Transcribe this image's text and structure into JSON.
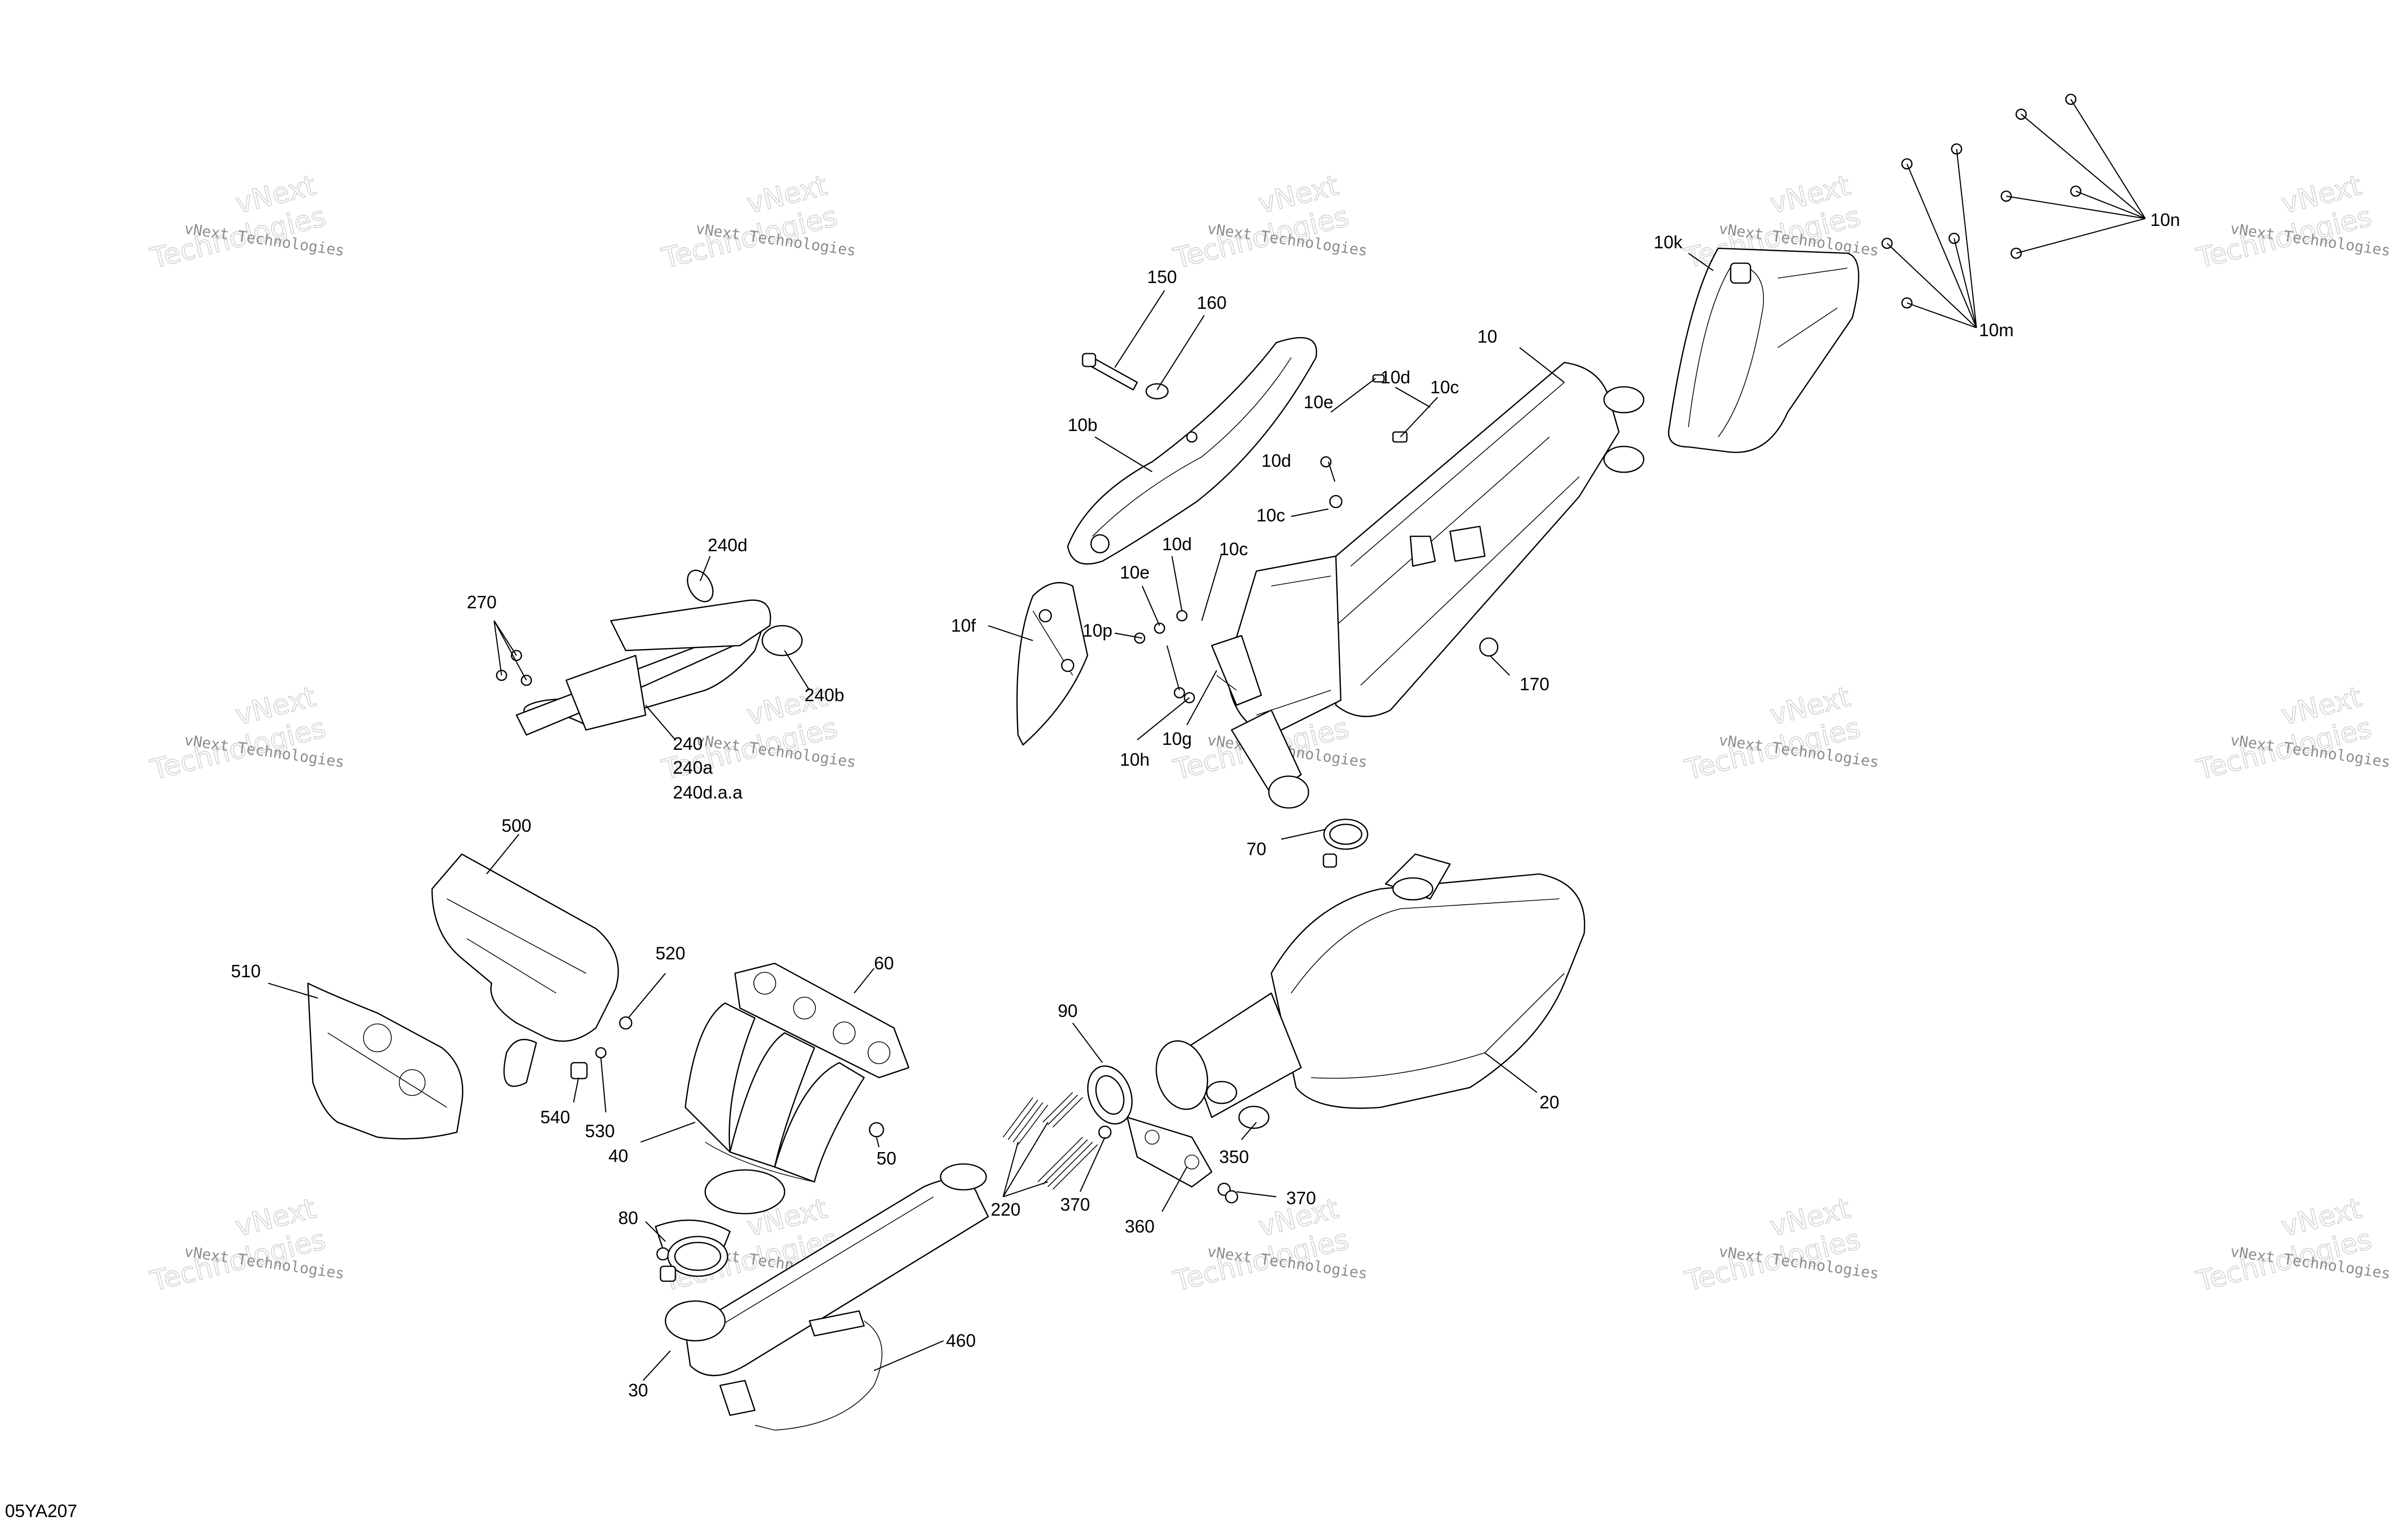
{
  "diagram": {
    "drawing_code": "05YA207",
    "watermark": {
      "line1": "vNext Technologies",
      "line2": "vNext",
      "line3": "Technologies"
    },
    "callouts": {
      "c150": "150",
      "c160": "160",
      "c10b": "10b",
      "c10": "10",
      "c10k": "10k",
      "c10n": "10n",
      "c10m": "10m",
      "c10d_a": "10d",
      "c10c_a": "10c",
      "c10e_a": "10e",
      "c10d_b": "10d",
      "c10c_b": "10c",
      "c10d_c": "10d",
      "c10c_c": "10c",
      "c10e_b": "10e",
      "c10p": "10p",
      "c10f": "10f",
      "c10g": "10g",
      "c10h": "10h",
      "c170": "170",
      "c240d": "240d",
      "c270": "270",
      "c240b": "240b",
      "c240": "240",
      "c240a": "240a",
      "c240daa": "240d.a.a",
      "c500": "500",
      "c510": "510",
      "c520": "520",
      "c60": "60",
      "c540": "540",
      "c530": "530",
      "c40": "40",
      "c50": "50",
      "c70": "70",
      "c90": "90",
      "c20": "20",
      "c350": "350",
      "c370_a": "370",
      "c370_b": "370",
      "c360": "360",
      "c220": "220",
      "c80": "80",
      "c460": "460",
      "c30": "30"
    }
  }
}
